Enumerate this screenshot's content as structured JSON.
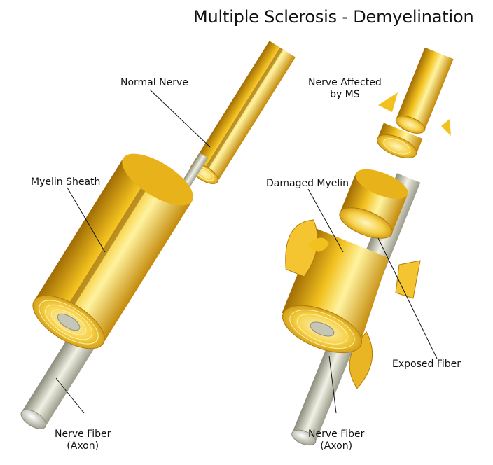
{
  "title": "Multiple Sclerosis - Demyelination",
  "labels": {
    "normal_nerve": "Normal Nerve",
    "myelin_sheath": "Myelin Sheath",
    "nerve_fiber_left_line1": "Nerve Fiber",
    "nerve_fiber_left_line2": "(Axon)",
    "affected_line1": "Nerve Affected",
    "affected_line2": "by MS",
    "damaged_myelin": "Damaged Myelin",
    "exposed_fiber": "Exposed Fiber",
    "nerve_fiber_right_line1": "Nerve Fiber",
    "nerve_fiber_right_line2": "(Axon)"
  },
  "colors": {
    "myelin_light": "#fff3a0",
    "myelin_mid": "#f2c11e",
    "myelin_dark": "#b27c08",
    "axon_light": "#e4e4d6",
    "axon_dark": "#8c8c7c"
  }
}
